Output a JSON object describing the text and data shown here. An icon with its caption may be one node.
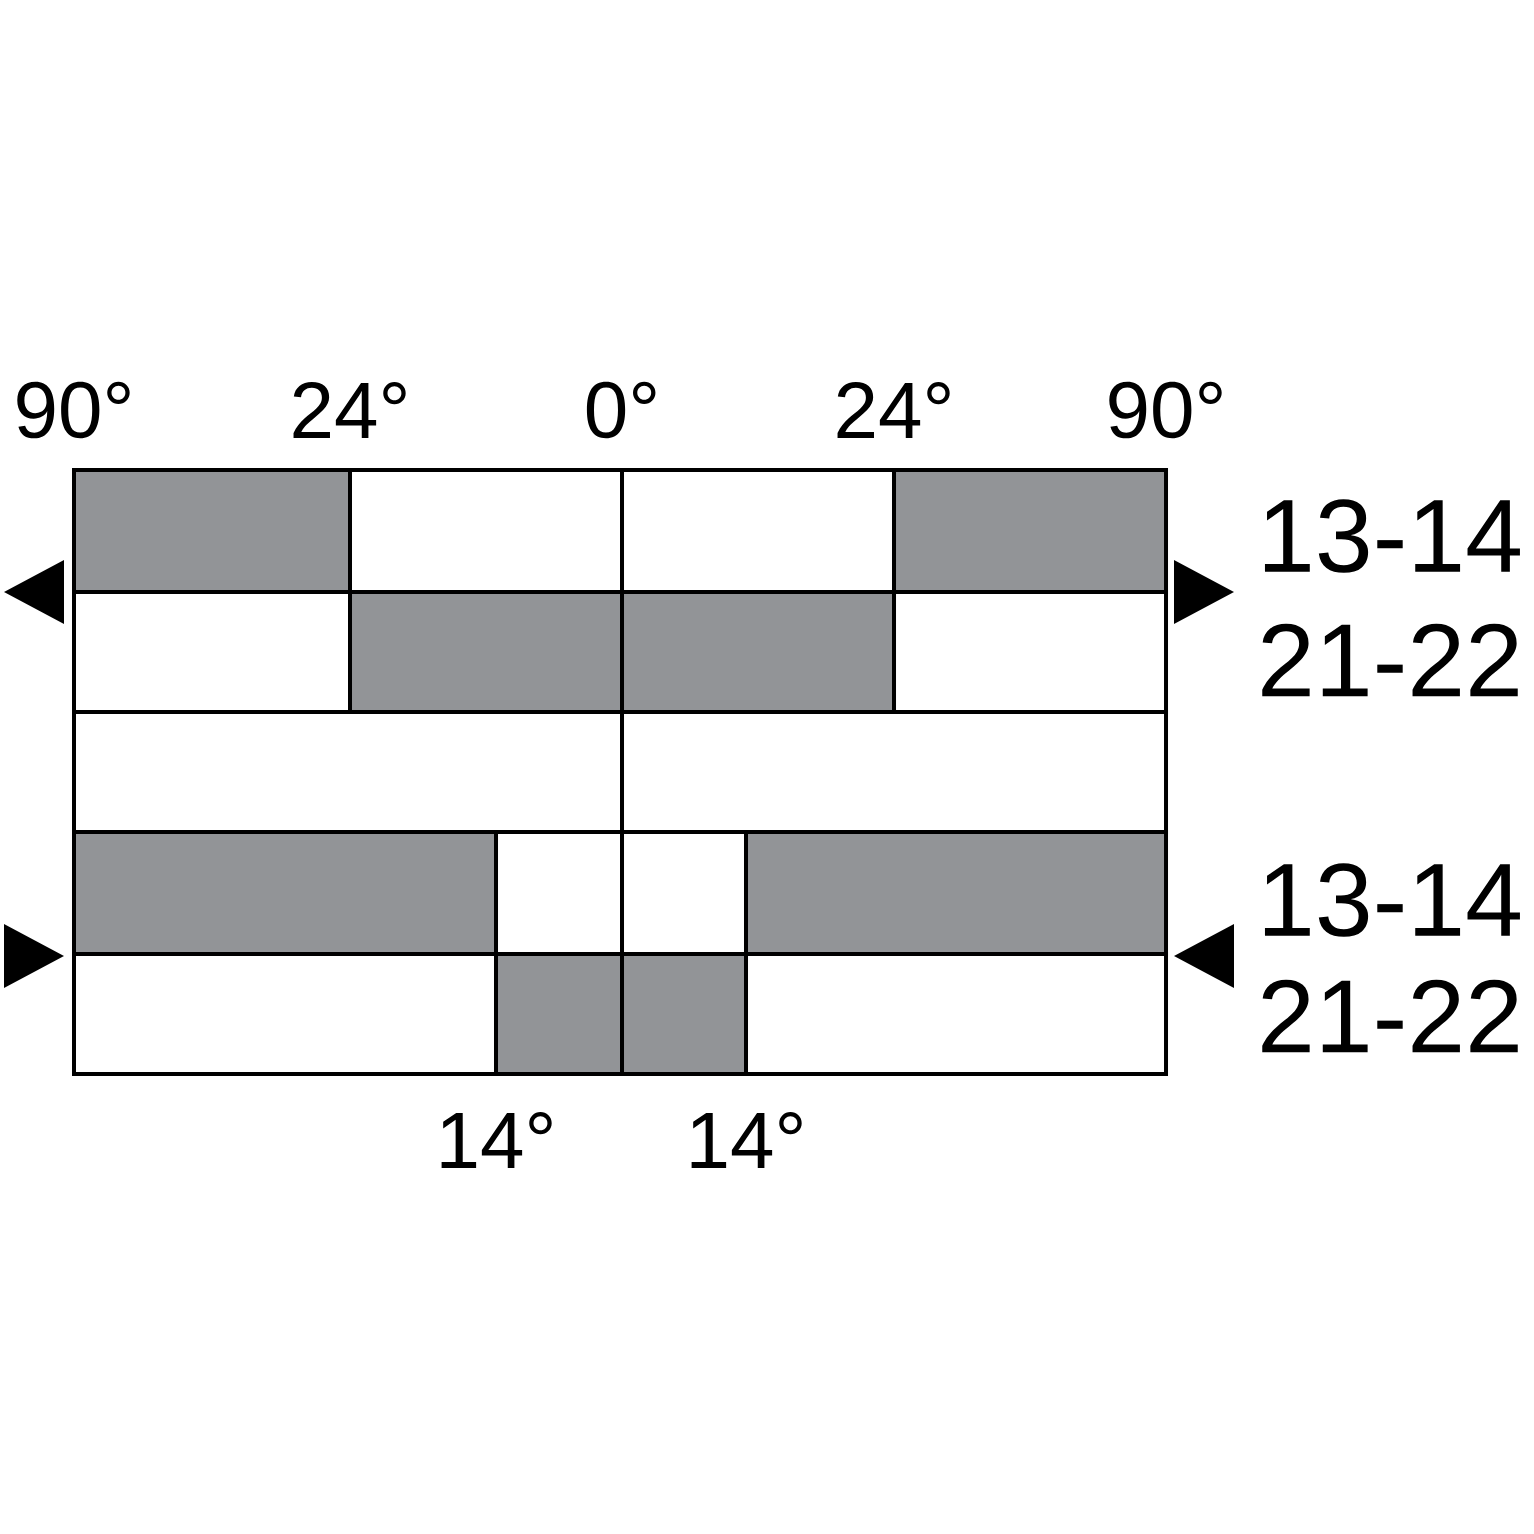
{
  "diagram": {
    "labels": [
      "90°",
      "24°",
      "0°",
      "24°",
      "90°",
      "13-14",
      "21-22",
      "13-14",
      "21-22",
      "14°",
      "14°"
    ]
  }
}
